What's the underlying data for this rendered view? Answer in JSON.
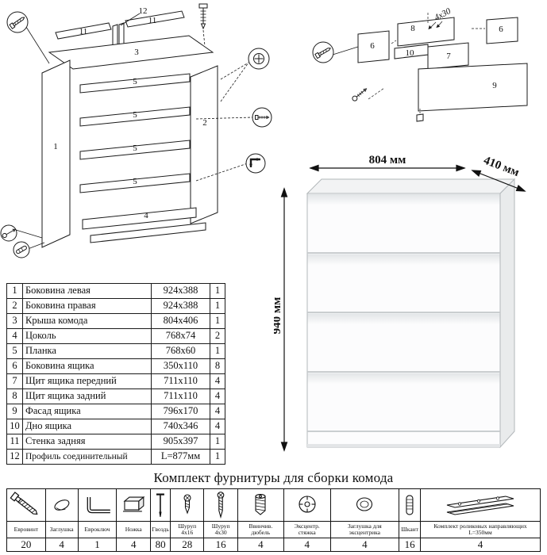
{
  "title": "Комплект фурнитуры для сборки комода",
  "dimensions": {
    "width": "804 мм",
    "depth": "410 мм",
    "height": "940 мм"
  },
  "diagram_main": {
    "labels": {
      "p1": "1",
      "p2": "2",
      "p3": "3",
      "p4": "4",
      "p5": "5",
      "p11": "11",
      "p12": "12"
    }
  },
  "diagram_drawer": {
    "labels": {
      "p6": "6",
      "p7": "7",
      "p8": "8",
      "p9": "9",
      "p10": "10",
      "screw_note": "4x30"
    }
  },
  "parts_table": {
    "rows": [
      {
        "num": "1",
        "name": "Боковина левая",
        "size": "924x388",
        "qty": "1"
      },
      {
        "num": "2",
        "name": "Боковина правая",
        "size": "924x388",
        "qty": "1"
      },
      {
        "num": "3",
        "name": "Крыша комода",
        "size": "804x406",
        "qty": "1"
      },
      {
        "num": "4",
        "name": "Цоколь",
        "size": "768x74",
        "qty": "2"
      },
      {
        "num": "5",
        "name": "Планка",
        "size": "768x60",
        "qty": "1"
      },
      {
        "num": "6",
        "name": "Боковина ящика",
        "size": "350x110",
        "qty": "8"
      },
      {
        "num": "7",
        "name": "Щит ящика передний",
        "size": "711x110",
        "qty": "4"
      },
      {
        "num": "8",
        "name": "Щит ящика задний",
        "size": "711x110",
        "qty": "4"
      },
      {
        "num": "9",
        "name": "Фасад ящика",
        "size": "796x170",
        "qty": "4"
      },
      {
        "num": "10",
        "name": "Дно ящика",
        "size": "740x346",
        "qty": "4"
      },
      {
        "num": "11",
        "name": "Стенка задняя",
        "size": "905x397",
        "qty": "1"
      },
      {
        "num": "12",
        "name": "Профиль соединительный",
        "size": "L=877мм",
        "qty": "1"
      }
    ]
  },
  "hardware": {
    "items": [
      {
        "label": "Евровинт",
        "qty": "20"
      },
      {
        "label": "Заглушка",
        "qty": "4"
      },
      {
        "label": "Евроключ",
        "qty": "1"
      },
      {
        "label": "Ножка",
        "qty": "4"
      },
      {
        "label": "Гвоздь",
        "qty": "80"
      },
      {
        "label": "Шуруп 4x16",
        "qty": "28"
      },
      {
        "label": "Шуруп 4x30",
        "qty": "16"
      },
      {
        "label": "Ввинчив. дюбель",
        "qty": "4"
      },
      {
        "label": "Эксцентр. стяжка",
        "qty": "4"
      },
      {
        "label": "Заглушка для эксцентрика",
        "qty": "4"
      },
      {
        "label": "Шкант",
        "qty": "16"
      },
      {
        "label": "Комплект роликовых направляющих L=350мм",
        "qty": "4"
      }
    ]
  }
}
